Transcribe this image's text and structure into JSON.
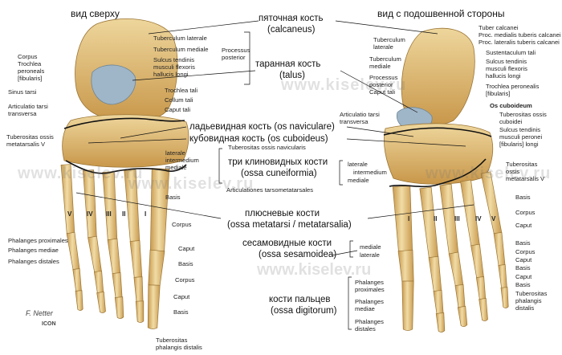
{
  "view_titles": {
    "left": "вид сверху",
    "right": "вид с подошвенной стороны"
  },
  "center": {
    "calcaneus_ru": "пяточная кость",
    "calcaneus_lat": "(calcaneus)",
    "talus_ru": "таранная кость",
    "talus_lat": "(talus)",
    "naviculare": "ладьевидная кость (os naviculare)",
    "cuboideus": "кубовидная кость (os cuboideus)",
    "cuneif_ru": "три клиновидных кости",
    "cuneif_lat": "(ossa cuneiformia)",
    "metatarsi_ru": "плюсневые кости",
    "metatarsi_lat": "(ossa metatarsi / metatarsalia)",
    "sesam_ru": "сесамовидные кости",
    "sesam_lat": "(ossa sesamoidea)",
    "digit_ru": "кости пальцев",
    "digit_lat": "(ossa digitorum)"
  },
  "left_labels": {
    "tuberculum_laterale": "Tuberculum laterale",
    "tuberculum_mediale": "Tuberculum mediale",
    "sulcus_1": "Sulcus tendinis",
    "sulcus_2": "musculi flexoris",
    "sulcus_3": "hallucis longi",
    "processus_1": "Processus",
    "processus_2": "posterior",
    "corpus_1": "Corpus",
    "trochlea_per_1": "Trochlea",
    "trochlea_per_2": "peroneals",
    "trochlea_per_3": "[fibularis]",
    "trochlea_tali": "Trochlea tali",
    "collum_tali": "Collum tali",
    "caput_tali": "Caput tali",
    "sinus_tarsi": "Sinus tarsi",
    "artic_1": "Articulatio tarsi",
    "artic_2": "transversa",
    "tub_met_1": "Tuberositas ossis",
    "tub_met_2": "metatarsalis V",
    "tub_nav": "Tuberositas ossis navicularis",
    "laterale": "laterale",
    "intermedium": "intermedium",
    "mediale": "mediale",
    "basis": "Basis",
    "artic_tm": "Articulationes  tarsometatarsales",
    "corpus_2": "Corpus",
    "caput": "Caput",
    "basis_2": "Basis",
    "corpus_3": "Corpus",
    "caput_2": "Caput",
    "basis_3": "Basis",
    "ph_prox": "Phalanges proximales",
    "ph_med": "Phalanges mediae",
    "ph_dist": "Phalanges distales",
    "tub_ph_1": "Tuberositas",
    "tub_ph_2": "phalangis distalis",
    "roman": [
      "V",
      "IV",
      "III",
      "II",
      "I"
    ]
  },
  "right_labels": {
    "tuber_calcanei": "Tuber calcanei",
    "proc_med": "Proc. medialis tuberis calcanei",
    "proc_lat": "Proc. lateralis tuberis calcanei",
    "sust_tali": "Sustentaculum tali",
    "tub_lat_1": "Tuberculum",
    "tub_lat_2": "laterale",
    "tub_med_1": "Tuberculum",
    "tub_med_2": "mediale",
    "proc_post_1": "Processus",
    "proc_post_2": "posterior",
    "caput_tali": "Caput tali",
    "sulcus_1": "Sulcus tendinis",
    "sulcus_2": "musculi flexoris",
    "sulcus_3": "hallucis longi",
    "troch_per_1": "Trochlea peronealis",
    "troch_per_2": "[fibularis]",
    "artic_1": "Articulatio tarsi",
    "artic_2": "transversa",
    "os_cuboideum": "Os cuboideum",
    "tub_cub_1": "Tuberositas ossis",
    "tub_cub_2": "cuboidei",
    "sulc_per_1": "Sulcus tendinis",
    "sulc_per_2": "musculi peronei",
    "sulc_per_3": "[fibularis] longi",
    "tub_met_1": "Tuberositas",
    "tub_met_2": "ossis",
    "tub_met_3": "metatarsalis V",
    "laterale": "laterale",
    "intermedium": "intermedium",
    "mediale": "mediale",
    "basis": "Basis",
    "corpus": "Corpus",
    "caput": "Caput",
    "basis_2": "Basis",
    "corpus_2": "Corpus",
    "caput_2": "Caput",
    "basis_3": "Basis",
    "tub_ph_1": "Tuberositas",
    "tub_ph_2": "phalangis",
    "tub_ph_3": "distalis",
    "mediale_s": "mediale",
    "laterale_s": "laterale",
    "ph_prox_1": "Phalanges",
    "ph_prox_2": "proximales",
    "ph_med_1": "Phalanges",
    "ph_med_2": "mediae",
    "ph_dist_1": "Phalanges",
    "ph_dist_2": "distales",
    "roman": [
      "I",
      "II",
      "III",
      "IV",
      "V"
    ]
  },
  "watermarks": {
    "a": "www.kiselev.ru",
    "b": "www.kiselev.ru",
    "c": "www.kiselev.ru",
    "d": "www.kiselev.ru",
    "e": "www.kiselev.ru"
  },
  "logo": {
    "signature": "F. Netter",
    "brand": "ICON"
  },
  "colors": {
    "bone": "#e9cf94",
    "bone_dark": "#c99a4e",
    "cartilage": "#9fb6c8",
    "line": "#111111"
  }
}
